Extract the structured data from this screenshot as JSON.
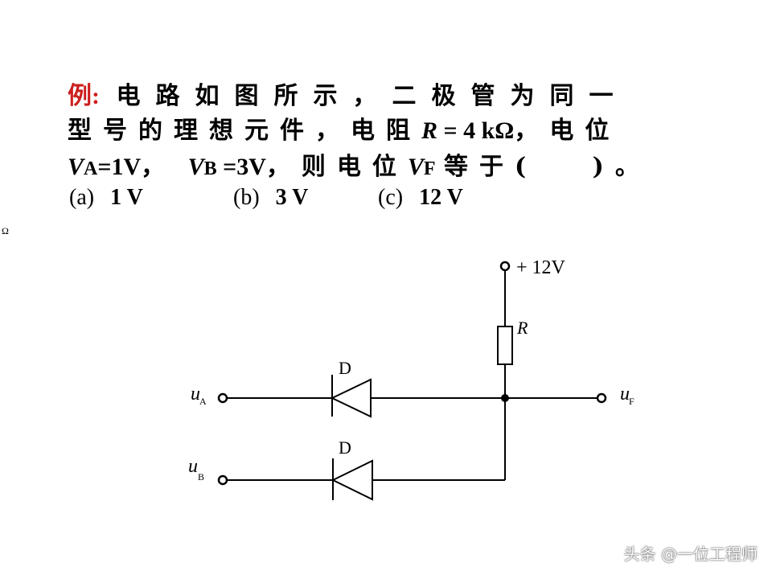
{
  "problem": {
    "prefix": "例:",
    "line1": "电路如图所示，二极管为同一",
    "line2a": "型号的理想元件，电阻",
    "line2_r": "R",
    "line2_val": " = 4 kΩ",
    "line2b": "，电位",
    "va_v": "V",
    "va_sub": "A",
    "va_val": "=1V，",
    "vb_v": "V",
    "vb_sub": "B",
    "vb_val": " =3V",
    "line3a": "，则电位",
    "vf_v": "V",
    "vf_sub": "F",
    "line3b": "等于(　 )。"
  },
  "options": [
    {
      "label": "(a)",
      "value": "1 V"
    },
    {
      "label": "(b)",
      "value": "3 V"
    },
    {
      "label": "(c)",
      "value": "12 V"
    }
  ],
  "stray_symbol": "Ω",
  "circuit": {
    "supply": "+ 12V",
    "resistor": "R",
    "diode_a": "D",
    "diode_b": "D",
    "in_a": "u",
    "in_a_sub": "A",
    "in_b": "u",
    "in_b_sub": "B",
    "out": "u",
    "out_sub": "F"
  },
  "watermark": "头条 @一位工程师"
}
